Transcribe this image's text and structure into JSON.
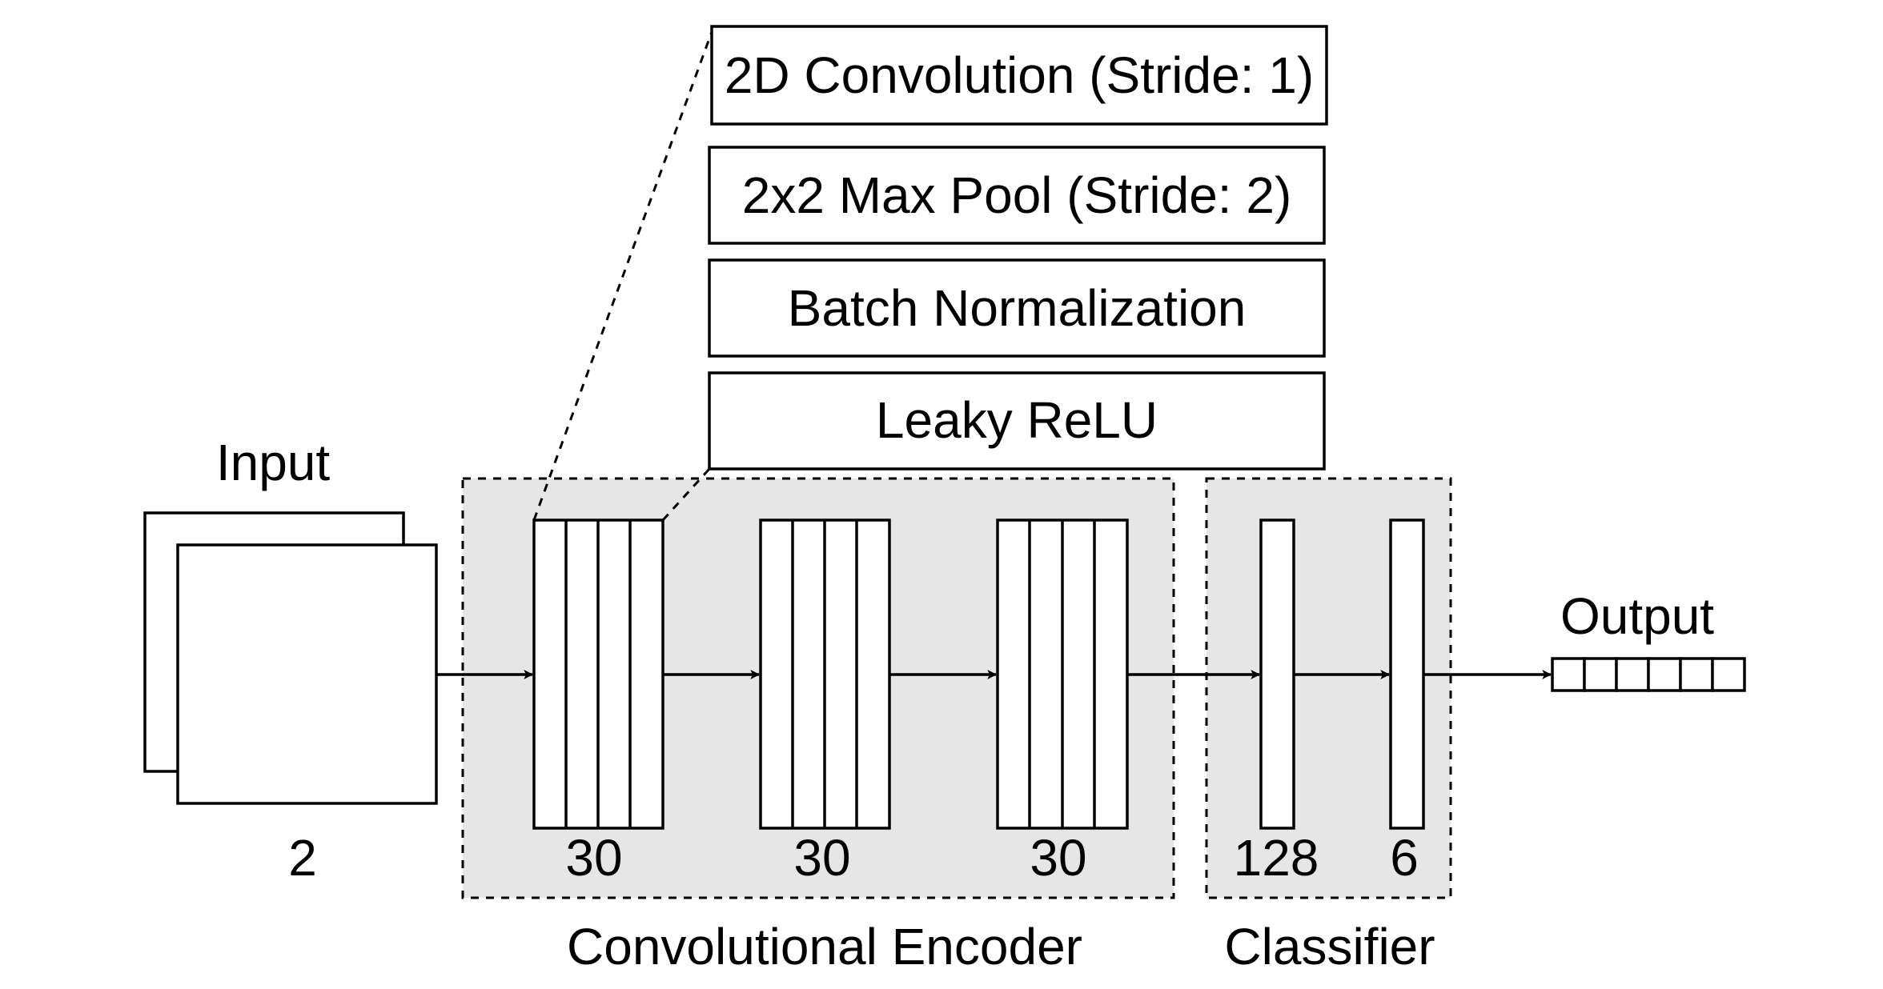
{
  "input": {
    "label": "Input",
    "channels": "2"
  },
  "encoder": {
    "label": "Convolutional Encoder",
    "blocks": [
      {
        "channels": "30"
      },
      {
        "channels": "30"
      },
      {
        "channels": "30"
      }
    ],
    "layer_stack": [
      "2D Convolution (Stride: 1)",
      "2x2 Max Pool (Stride: 2)",
      "Batch Normalization",
      "Leaky ReLU"
    ]
  },
  "classifier": {
    "label": "Classifier",
    "layers": [
      {
        "units": "128"
      },
      {
        "units": "6"
      }
    ]
  },
  "output": {
    "label": "Output",
    "cells": 6
  },
  "colors": {
    "group_fill": "#e6e6e6",
    "stroke": "#000000",
    "background": "#ffffff"
  }
}
